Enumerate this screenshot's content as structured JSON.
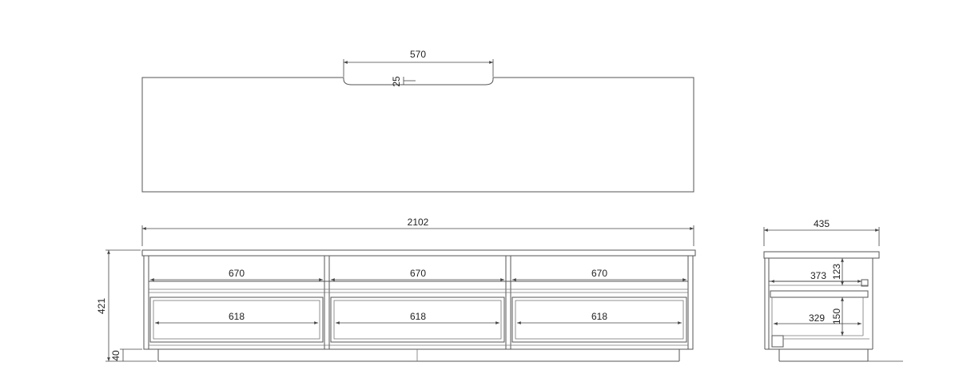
{
  "dimensions": {
    "top_notch_width": "570",
    "top_notch_depth": "25",
    "overall_width": "2102",
    "overall_height": "421",
    "plinth_height": "40",
    "side_depth": "435",
    "upper_inner_width": "670",
    "lower_drawer_width": "618",
    "side_upper_depth": "373",
    "side_upper_height": "123",
    "side_lower_depth": "329",
    "side_lower_height": "150"
  }
}
